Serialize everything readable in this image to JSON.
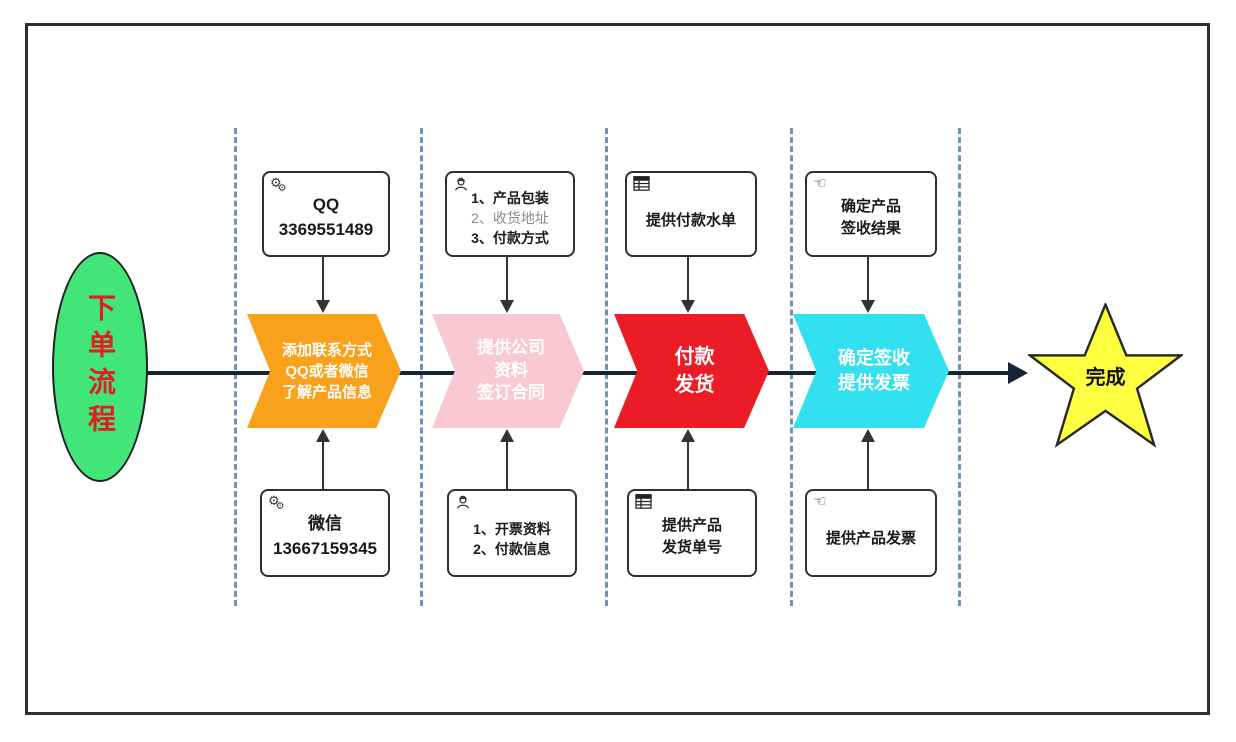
{
  "diagram": {
    "start": {
      "label": "下单流程"
    },
    "finish": {
      "label": "完成"
    },
    "steps": [
      {
        "name": "add-contact",
        "chevron_color": "#F9A11B",
        "chevron_lines": [
          "添加联系方式",
          "QQ或者微信",
          "了解产品信息"
        ],
        "top_box": {
          "icon": "gears-icon",
          "lines": [
            "QQ",
            "3369551489"
          ]
        },
        "bottom_box": {
          "icon": "gears-icon",
          "lines": [
            "微信",
            "13667159345"
          ]
        }
      },
      {
        "name": "company-info-contract",
        "chevron_color": "#F9C9D3",
        "chevron_lines": [
          "提供公司",
          "资料",
          "签订合同"
        ],
        "top_box": {
          "icon": "engineer-icon",
          "lines": [
            "1、产品包装",
            "2、收货地址",
            "3、付款方式"
          ]
        },
        "bottom_box": {
          "icon": "engineer-icon",
          "lines": [
            "1、开票资料",
            "2、付款信息"
          ]
        }
      },
      {
        "name": "pay-and-ship",
        "chevron_color": "#EB1C26",
        "chevron_lines": [
          "付款",
          "发货"
        ],
        "top_box": {
          "icon": "table-icon",
          "lines": [
            "提供付款水单"
          ]
        },
        "bottom_box": {
          "icon": "table-icon",
          "lines": [
            "提供产品",
            "发货单号"
          ]
        }
      },
      {
        "name": "sign-and-invoice",
        "chevron_color": "#33E0EF",
        "chevron_lines": [
          "确定签收",
          "提供发票"
        ],
        "top_box": {
          "icon": "pointing-hand-icon",
          "lines": [
            "确定产品",
            "签收结果"
          ]
        },
        "bottom_box": {
          "icon": "pointing-hand-icon",
          "lines": [
            "提供产品发票"
          ]
        }
      }
    ],
    "colors": {
      "start_fill": "#42E578",
      "start_text": "#E02020",
      "finish_fill": "#FFFF42",
      "flow_line": "#152535",
      "lane_divider": "#6D94B8"
    }
  }
}
